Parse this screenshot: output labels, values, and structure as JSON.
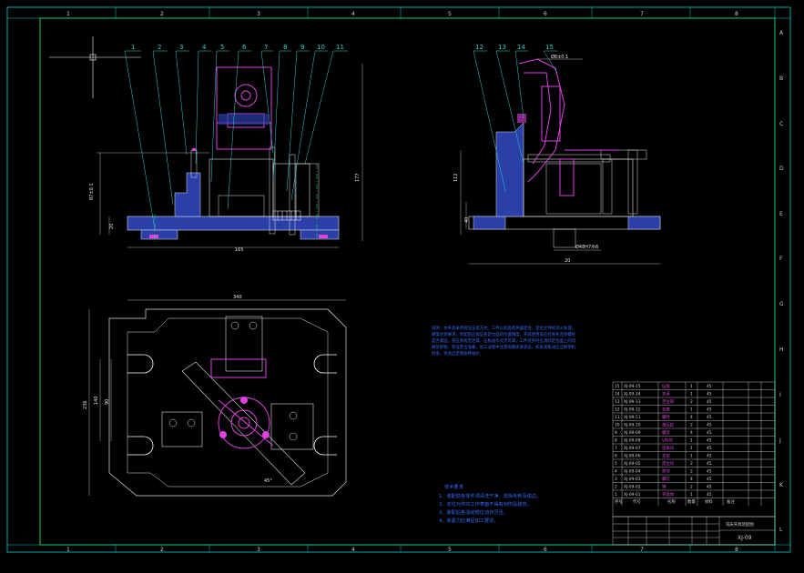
{
  "border": {
    "columns": [
      "1",
      "2",
      "3",
      "4",
      "5",
      "6",
      "7",
      "8"
    ],
    "rows": [
      "A",
      "B",
      "C",
      "D",
      "E",
      "F",
      "G",
      "H",
      "I",
      "J",
      "K",
      "L"
    ]
  },
  "balloons_front": [
    "1",
    "2",
    "3",
    "4",
    "5",
    "6",
    "7",
    "8",
    "9",
    "10",
    "11"
  ],
  "balloons_side": [
    "12",
    "13",
    "14",
    "15"
  ],
  "dimensions": {
    "front_width": "165",
    "front_height": "87±0.1",
    "front_height2": "177",
    "front_small": "20",
    "side_height": "112",
    "side_small": "40",
    "side_fit": "Ø48H7/h6",
    "side_width": "20",
    "side_top": "Ø8±0.1",
    "plan_width": "340",
    "plan_height": "236",
    "plan_inner": "140",
    "plan_inner2": "90",
    "plan_angle": "45°"
  },
  "tech_notes_text": "说明：本夹具采用液压压紧方式，工件以底面及侧面定位，定位元件经淬火处理，硬度达到要求，装配后应保证各定位面的位置精度，夹具使用前应检查各连接螺栓是否紧固，液压系统无泄漏，压板动作灵活可靠，工件装夹时应清除定位面上的切屑及杂物，保证定位准确，加工过程中注意观察夹紧状态，如发现松动应立即停机检查，夹具应定期保养维护。",
  "tech_requirements": {
    "title": "技术要求",
    "items": [
      "1、装配前各零件须清洗干净，去除毛刺及锐边。",
      "2、定位元件的工作表面不得有划伤及碰伤。",
      "3、装配后各活动部位动作灵活。",
      "4、夹紧力应满足加工要求。"
    ]
  },
  "bom": {
    "rows": [
      {
        "code": "XJ-09-15",
        "name": "压板",
        "qty": "1",
        "mat": "45"
      },
      {
        "code": "XJ-09-14",
        "name": "支承",
        "qty": "1",
        "mat": "45"
      },
      {
        "code": "XJ-09-13",
        "name": "定位销",
        "qty": "2",
        "mat": "45"
      },
      {
        "code": "XJ-09-12",
        "name": "支座",
        "qty": "1",
        "mat": "45"
      },
      {
        "code": "XJ-09-11",
        "name": "螺栓",
        "qty": "4",
        "mat": "45"
      },
      {
        "code": "XJ-09-10",
        "name": "液压缸",
        "qty": "2",
        "mat": "45"
      },
      {
        "code": "XJ-09-09",
        "name": "螺母",
        "qty": "4",
        "mat": "45"
      },
      {
        "code": "XJ-09-08",
        "name": "V形块",
        "qty": "1",
        "mat": "45"
      },
      {
        "code": "XJ-09-07",
        "name": "压紧块",
        "qty": "1",
        "mat": "45"
      },
      {
        "code": "XJ-09-06",
        "name": "支架",
        "qty": "1",
        "mat": "45"
      },
      {
        "code": "XJ-09-05",
        "name": "定位块",
        "qty": "2",
        "mat": "45"
      },
      {
        "code": "XJ-09-04",
        "name": "垫块",
        "qty": "2",
        "mat": "45"
      },
      {
        "code": "XJ-09-03",
        "name": "螺钉",
        "qty": "4",
        "mat": "45"
      },
      {
        "code": "XJ-09-02",
        "name": "销",
        "qty": "2",
        "mat": "45"
      },
      {
        "code": "XJ-09-01",
        "name": "夹具体",
        "qty": "1",
        "mat": "45"
      }
    ],
    "header": [
      "序号",
      "代号",
      "名称",
      "数量",
      "材料",
      "备注"
    ]
  },
  "title_block": {
    "drawing_name": "铣床夹具装配图",
    "drawing_no": "XJ-09"
  }
}
